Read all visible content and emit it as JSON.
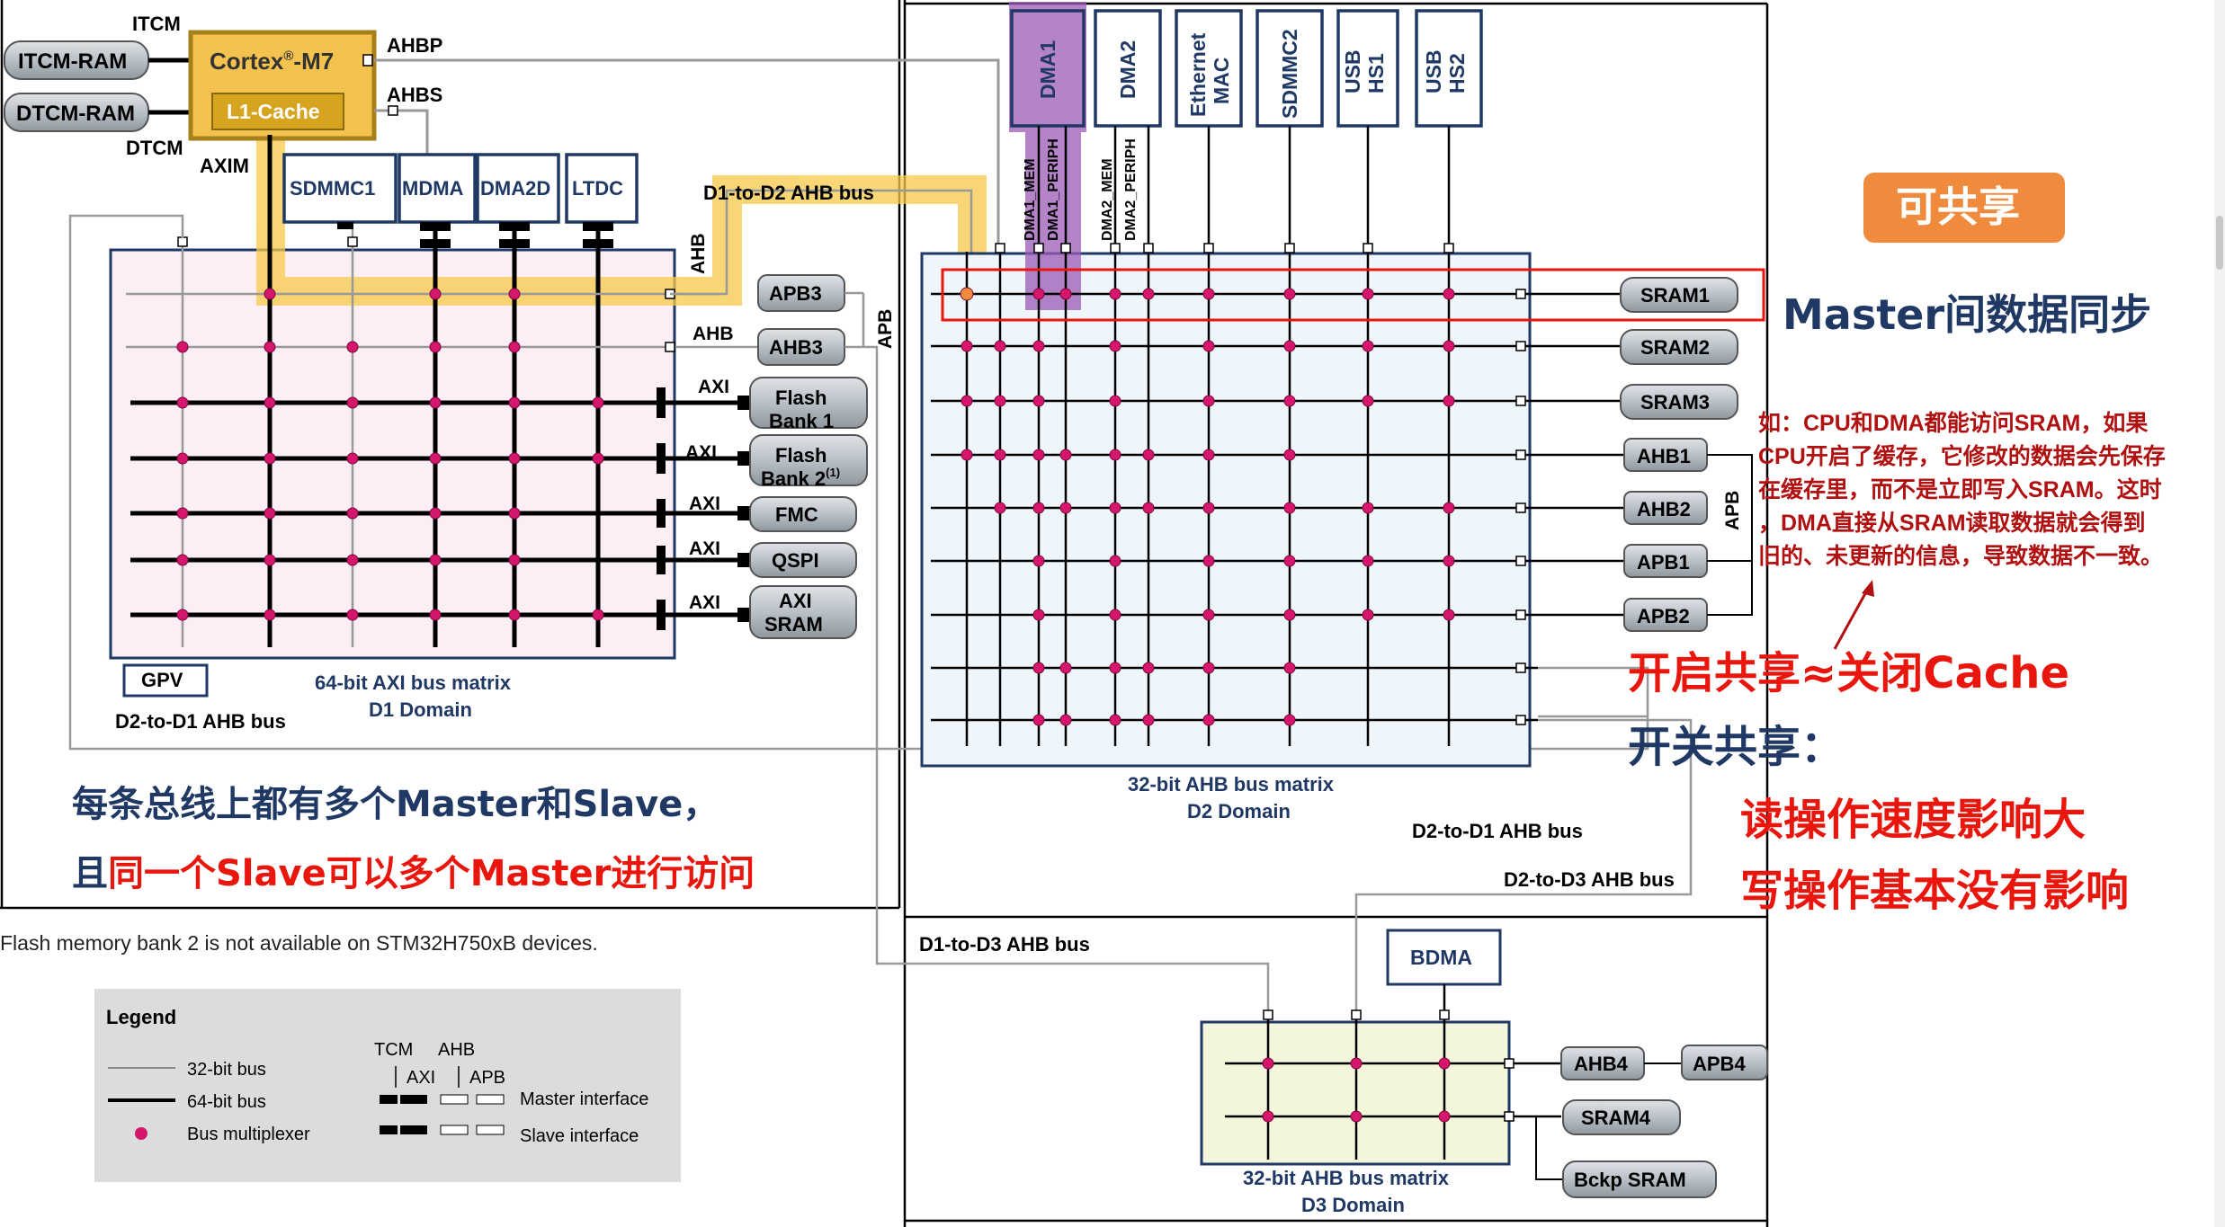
{
  "cpu": {
    "itcm_label": "ITCM",
    "dtcm_label": "DTCM",
    "itcm_ram": "ITCM-RAM",
    "dtcm_ram": "DTCM-RAM",
    "core_prefix": "Cortex",
    "core_sup": "®",
    "core_suffix": "-M7",
    "cache": "L1-Cache",
    "ahbp": "AHBP",
    "ahbs": "AHBS",
    "axim": "AXIM"
  },
  "d1": {
    "masters": [
      "SDMMC1",
      "MDMA",
      "DMA2D",
      "LTDC"
    ],
    "title_line1": "64-bit AXI bus matrix",
    "title_line2": "D1 Domain",
    "gpv": "GPV",
    "d2_to_d1_label": "D2-to-D1 AHB bus",
    "d1_to_d2_label": "D1-to-D2 AHB bus",
    "ahb_label": "AHB",
    "ahb_label2": "AHB",
    "apb_label": "APB",
    "apb3": "APB3",
    "ahb3": "AHB3",
    "axi_label": "AXI",
    "flash1_l1": "Flash",
    "flash1_l2": "Bank 1",
    "flash2_l1": "Flash",
    "flash2_l2": "Bank 2",
    "flash2_sup": "(1)",
    "fmc": "FMC",
    "qspi": "QSPI",
    "axisram_l1": "AXI",
    "axisram_l2": "SRAM"
  },
  "d2": {
    "masters": [
      "DMA1",
      "DMA2",
      "Ethernet MAC",
      "SDMMC2",
      "USB HS1",
      "USB HS2"
    ],
    "ports": [
      "DMA1_MEM",
      "DMA1_PERIPH",
      "DMA2_MEM",
      "DMA2_PERIPH"
    ],
    "slaves": [
      "SRAM1",
      "SRAM2",
      "SRAM3",
      "AHB1",
      "AHB2",
      "APB1",
      "APB2"
    ],
    "apb_label": "APB",
    "title_line1": "32-bit AHB bus matrix",
    "title_line2": "D2 Domain",
    "d2_to_d1_label": "D2-to-D1 AHB bus",
    "d2_to_d3_label": "D2-to-D3 AHB bus"
  },
  "d3": {
    "d1_to_d3_label": "D1-to-D3 AHB bus",
    "bdma": "BDMA",
    "ahb4": "AHB4",
    "apb4": "APB4",
    "sram4": "SRAM4",
    "bckp": "Bckp SRAM",
    "title_line1": "32-bit AHB bus matrix",
    "title_line2": "D3 Domain"
  },
  "footnote": "Flash memory bank 2 is not available on STM32H750xB devices.",
  "legend": {
    "title": "Legend",
    "bus32": "32-bit bus",
    "bus64": "64-bit bus",
    "mux": "Bus multiplexer",
    "tcm": "TCM",
    "ahb": "AHB",
    "axi": "AXI",
    "apb": "APB",
    "master_if": "Master interface",
    "slave_if": "Slave interface"
  },
  "annotations": {
    "shareable_badge": "可共享",
    "master_sync": "Master间数据同步",
    "note_lines": [
      "如：CPU和DMA都能访问SRAM，如果",
      "CPU开启了缓存，它修改的数据会先保存",
      "在缓存里，而不是立即写入SRAM。这时",
      "，DMA直接从SRAM读取数据就会得到",
      "旧的、未更新的信息，导致数据不一致。"
    ],
    "share_eq": "开启共享≈关闭Cache",
    "switch_share": "开关共享：",
    "read_impact": "读操作速度影响大",
    "write_impact": "写操作基本没有影响",
    "bottom_line1": "每条总线上都有多个Master和Slave，",
    "bottom_line2_prefix": "且",
    "bottom_line2_red": "同一个Slave可以多个Master进行访问"
  },
  "colors": {
    "navy": "#1f3864",
    "magenta": "#d6166d",
    "red": "#e8160c",
    "orange": "#f08a3c",
    "highlight": "#f7c948",
    "purple": "#9b59b6",
    "darkred": "#b01010"
  }
}
